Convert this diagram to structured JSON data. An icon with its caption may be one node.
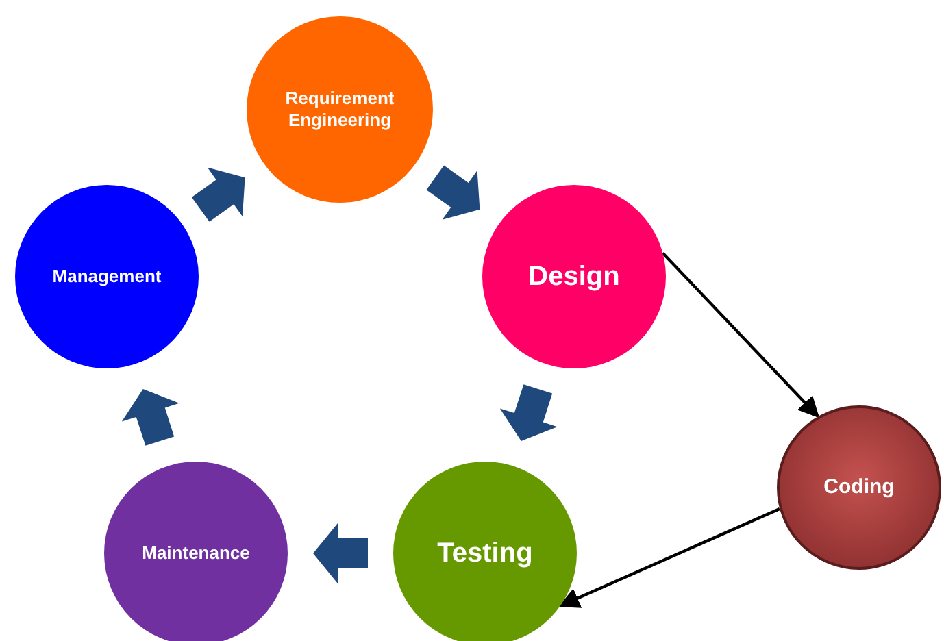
{
  "diagram": {
    "nodes": [
      {
        "text": [
          "Requirement Engineering"
        ]
      },
      {
        "text": [
          "Design"
        ]
      },
      {
        "text": [
          "Testing"
        ]
      },
      {
        "text": [
          "Maintenance"
        ]
      },
      {
        "text": [
          "Management"
        ]
      },
      {
        "text": [
          "Coding"
        ]
      }
    ],
    "edges": [
      {
        "from": 4,
        "to": 0,
        "arrow": "to",
        "style": "thick"
      },
      {
        "from": 0,
        "to": 1,
        "arrow": "to",
        "style": "thick"
      },
      {
        "from": 1,
        "to": 2,
        "arrow": "to",
        "style": "thick"
      },
      {
        "from": 2,
        "to": 3,
        "arrow": "to",
        "style": "thick"
      },
      {
        "from": 3,
        "to": 4,
        "arrow": "to",
        "style": "thick"
      },
      {
        "from": 1,
        "to": 5,
        "arrow": "to",
        "color": "#000000"
      },
      {
        "from": 5,
        "to": 2,
        "arrow": "to",
        "color": "#000000"
      }
    ]
  }
}
